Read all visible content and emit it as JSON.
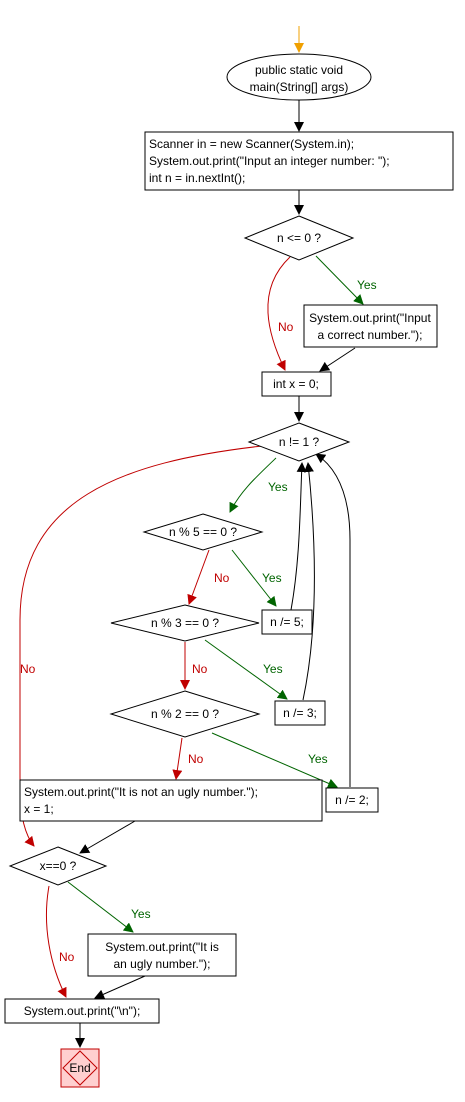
{
  "colors": {
    "start_arrow": "#f0a000",
    "yes": "#006400",
    "no": "#c00000",
    "line": "#000000",
    "end_fill": "#ffd0d0",
    "end_stroke": "#c00000"
  },
  "nodes": {
    "start": [
      "public static void",
      "main(String[] args)"
    ],
    "init": [
      "Scanner in = new Scanner(System.in);",
      "System.out.print(\"Input an integer number: \");",
      "int n = in.nextInt();"
    ],
    "check_n": [
      "n <= 0 ?"
    ],
    "print_correct": [
      "System.out.print(\"Input",
      "a correct number.\");"
    ],
    "set_x": [
      "int x = 0;"
    ],
    "loop": [
      "n != 1 ?"
    ],
    "mod5": [
      "n % 5 == 0 ?"
    ],
    "div5": [
      "n /= 5;"
    ],
    "mod3": [
      "n % 3 == 0 ?"
    ],
    "div3": [
      "n /= 3;"
    ],
    "mod2": [
      "n % 2 == 0 ?"
    ],
    "div2": [
      "n /= 2;"
    ],
    "not_ugly": [
      "System.out.print(\"It is not an ugly number.\");",
      "x = 1;"
    ],
    "check_x": [
      "x==0 ?"
    ],
    "print_ugly": [
      "System.out.print(\"It is",
      "an ugly number.\");"
    ],
    "newline": [
      "System.out.print(\"\\n\");"
    ],
    "end": [
      "End"
    ]
  },
  "labels": {
    "yes": "Yes",
    "no": "No"
  }
}
